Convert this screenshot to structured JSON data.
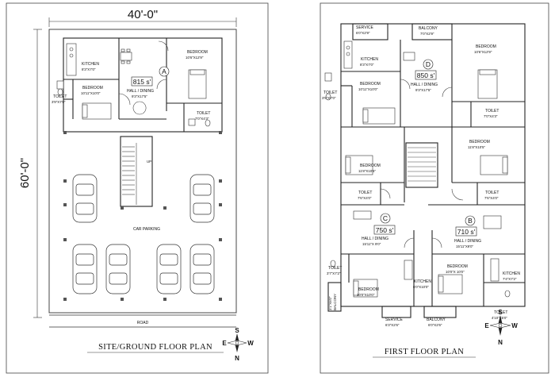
{
  "ground": {
    "width_dim": "40'-0\"",
    "depth_dim": "60'-0\"",
    "road": "ROAD",
    "title": "SITE/GROUND FLOOR PLAN",
    "car_parking": "CAR PARKING",
    "stair_up": "UP",
    "unit": "A",
    "area": "815 s'",
    "rooms": {
      "kitchen": "KITCHEN",
      "kitchen_dim": "8'3\"X7'0\"",
      "bedroom1": "BEDROOM",
      "bedroom1_dim": "10'11\"X10'0\"",
      "bedroom2": "BEDROOM",
      "bedroom2_dim": "10'6\"X12'9\"",
      "hall": "HALL / DINING",
      "hall_dim": "9'3\"X17'5\"",
      "toilet1": "TOILET",
      "toilet1_dim": "3'9\"X7'0\"",
      "toilet2": "TOILET",
      "toilet2_dim": "7'0\"X4'3\""
    }
  },
  "first": {
    "title": "FIRST FLOOR PLAN",
    "units": {
      "a": {
        "letter": "D",
        "area": "850 s'"
      },
      "b": {
        "letter": "C",
        "area": "750 s'"
      },
      "c": {
        "letter": "B",
        "area": "710 s'"
      }
    },
    "rooms": {
      "service_top": "SERVICE",
      "service_top_dim": "6'0\"X2'9\"",
      "balcony_top": "BALCONY",
      "balcony_top_dim": "7'0\"X2'9\"",
      "kitchen_d": "KITCHEN",
      "kitchen_d_dim": "8'3\"X7'0\"",
      "bedroom_d1": "BEDROOM",
      "bedroom_d1_dim": "10'11\"X10'0\"",
      "bedroom_d2": "BEDROOM",
      "bedroom_d2_dim": "10'6\"X12'9\"",
      "hall_d": "HALL / DINING",
      "hall_d_dim": "9'3\"X17'5\"",
      "toilet_d1": "TOILET",
      "toilet_d1_dim": "3'9\"X7'0\"",
      "toilet_d2": "TOILET",
      "toilet_d2_dim": "7'0\"X4'3\"",
      "bedroom_mid_r": "BEDROOM",
      "bedroom_mid_r_dim": "11'8\"X10'5\"",
      "bedroom_mid_l": "BEDROOM",
      "bedroom_mid_l_dim": "11'8\"X10'5\"",
      "toilet_c": "TOILET",
      "toilet_c_dim": "7'6\"X4'0\"",
      "toilet_b": "TOILET",
      "toilet_b_dim": "7'6\"X4'0\"",
      "hall_c": "HALL / DINING",
      "hall_c_dim": "15'11\"X 9'0\"",
      "hall_b": "HALL / DINING",
      "hall_b_dim": "15'11\"X9'0\"",
      "toilet_bl": "TOILET",
      "toilet_bl_dim": "3'7\"X7'2\"",
      "bedroom_bl": "BEDROOM",
      "bedroom_bl_dim": "10'0\"X10'0\"",
      "balcony_side": "BALCONY",
      "balcony_side_dim": "3'1\"X6'0\"",
      "kitchen_c": "KITCHEN",
      "kitchen_c_dim": "6'0\"X10'0\"",
      "bedroom_bc": "BEDROOM",
      "bedroom_bc_dim": "10'0\"X 10'0\"",
      "kitchen_b": "KITCHEN",
      "kitchen_b_dim": "7'4\"X7'2\"",
      "service_bot": "SERVICE",
      "service_bot_dim": "6'3\"X2'6\"",
      "balcony_bot": "BALCONY",
      "balcony_bot_dim": "6'0\"X2'6\"",
      "toilet_br": "TOILET",
      "toilet_br_dim": "4'10\"X5'0\""
    }
  },
  "compass": {
    "n": "N",
    "s": "S",
    "e": "E",
    "w": "W"
  }
}
